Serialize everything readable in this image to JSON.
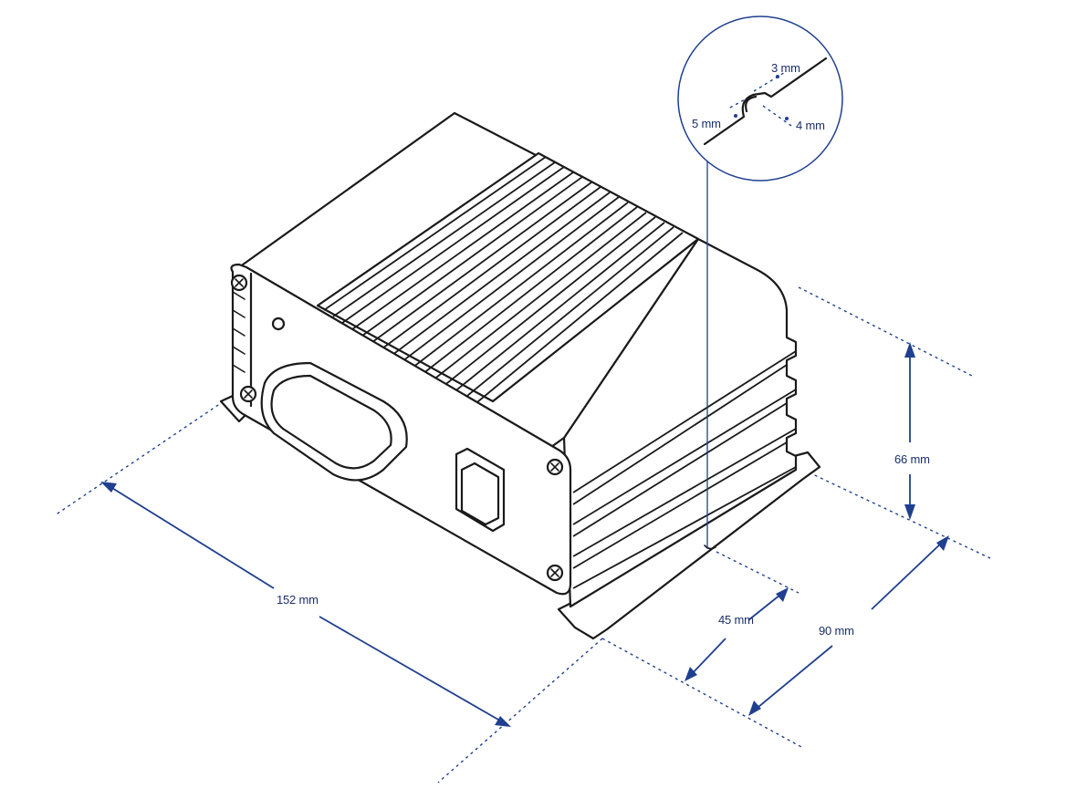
{
  "dimensions": {
    "length": "152 mm",
    "width": "90 mm",
    "mount_offset": "45 mm",
    "height": "66 mm"
  },
  "detail": {
    "slot_top": "3 mm",
    "slot_left": "5 mm",
    "slot_right": "4 mm"
  },
  "colors": {
    "dimension_blue": "#1f3f8f",
    "outline": "#1a1a1a"
  }
}
